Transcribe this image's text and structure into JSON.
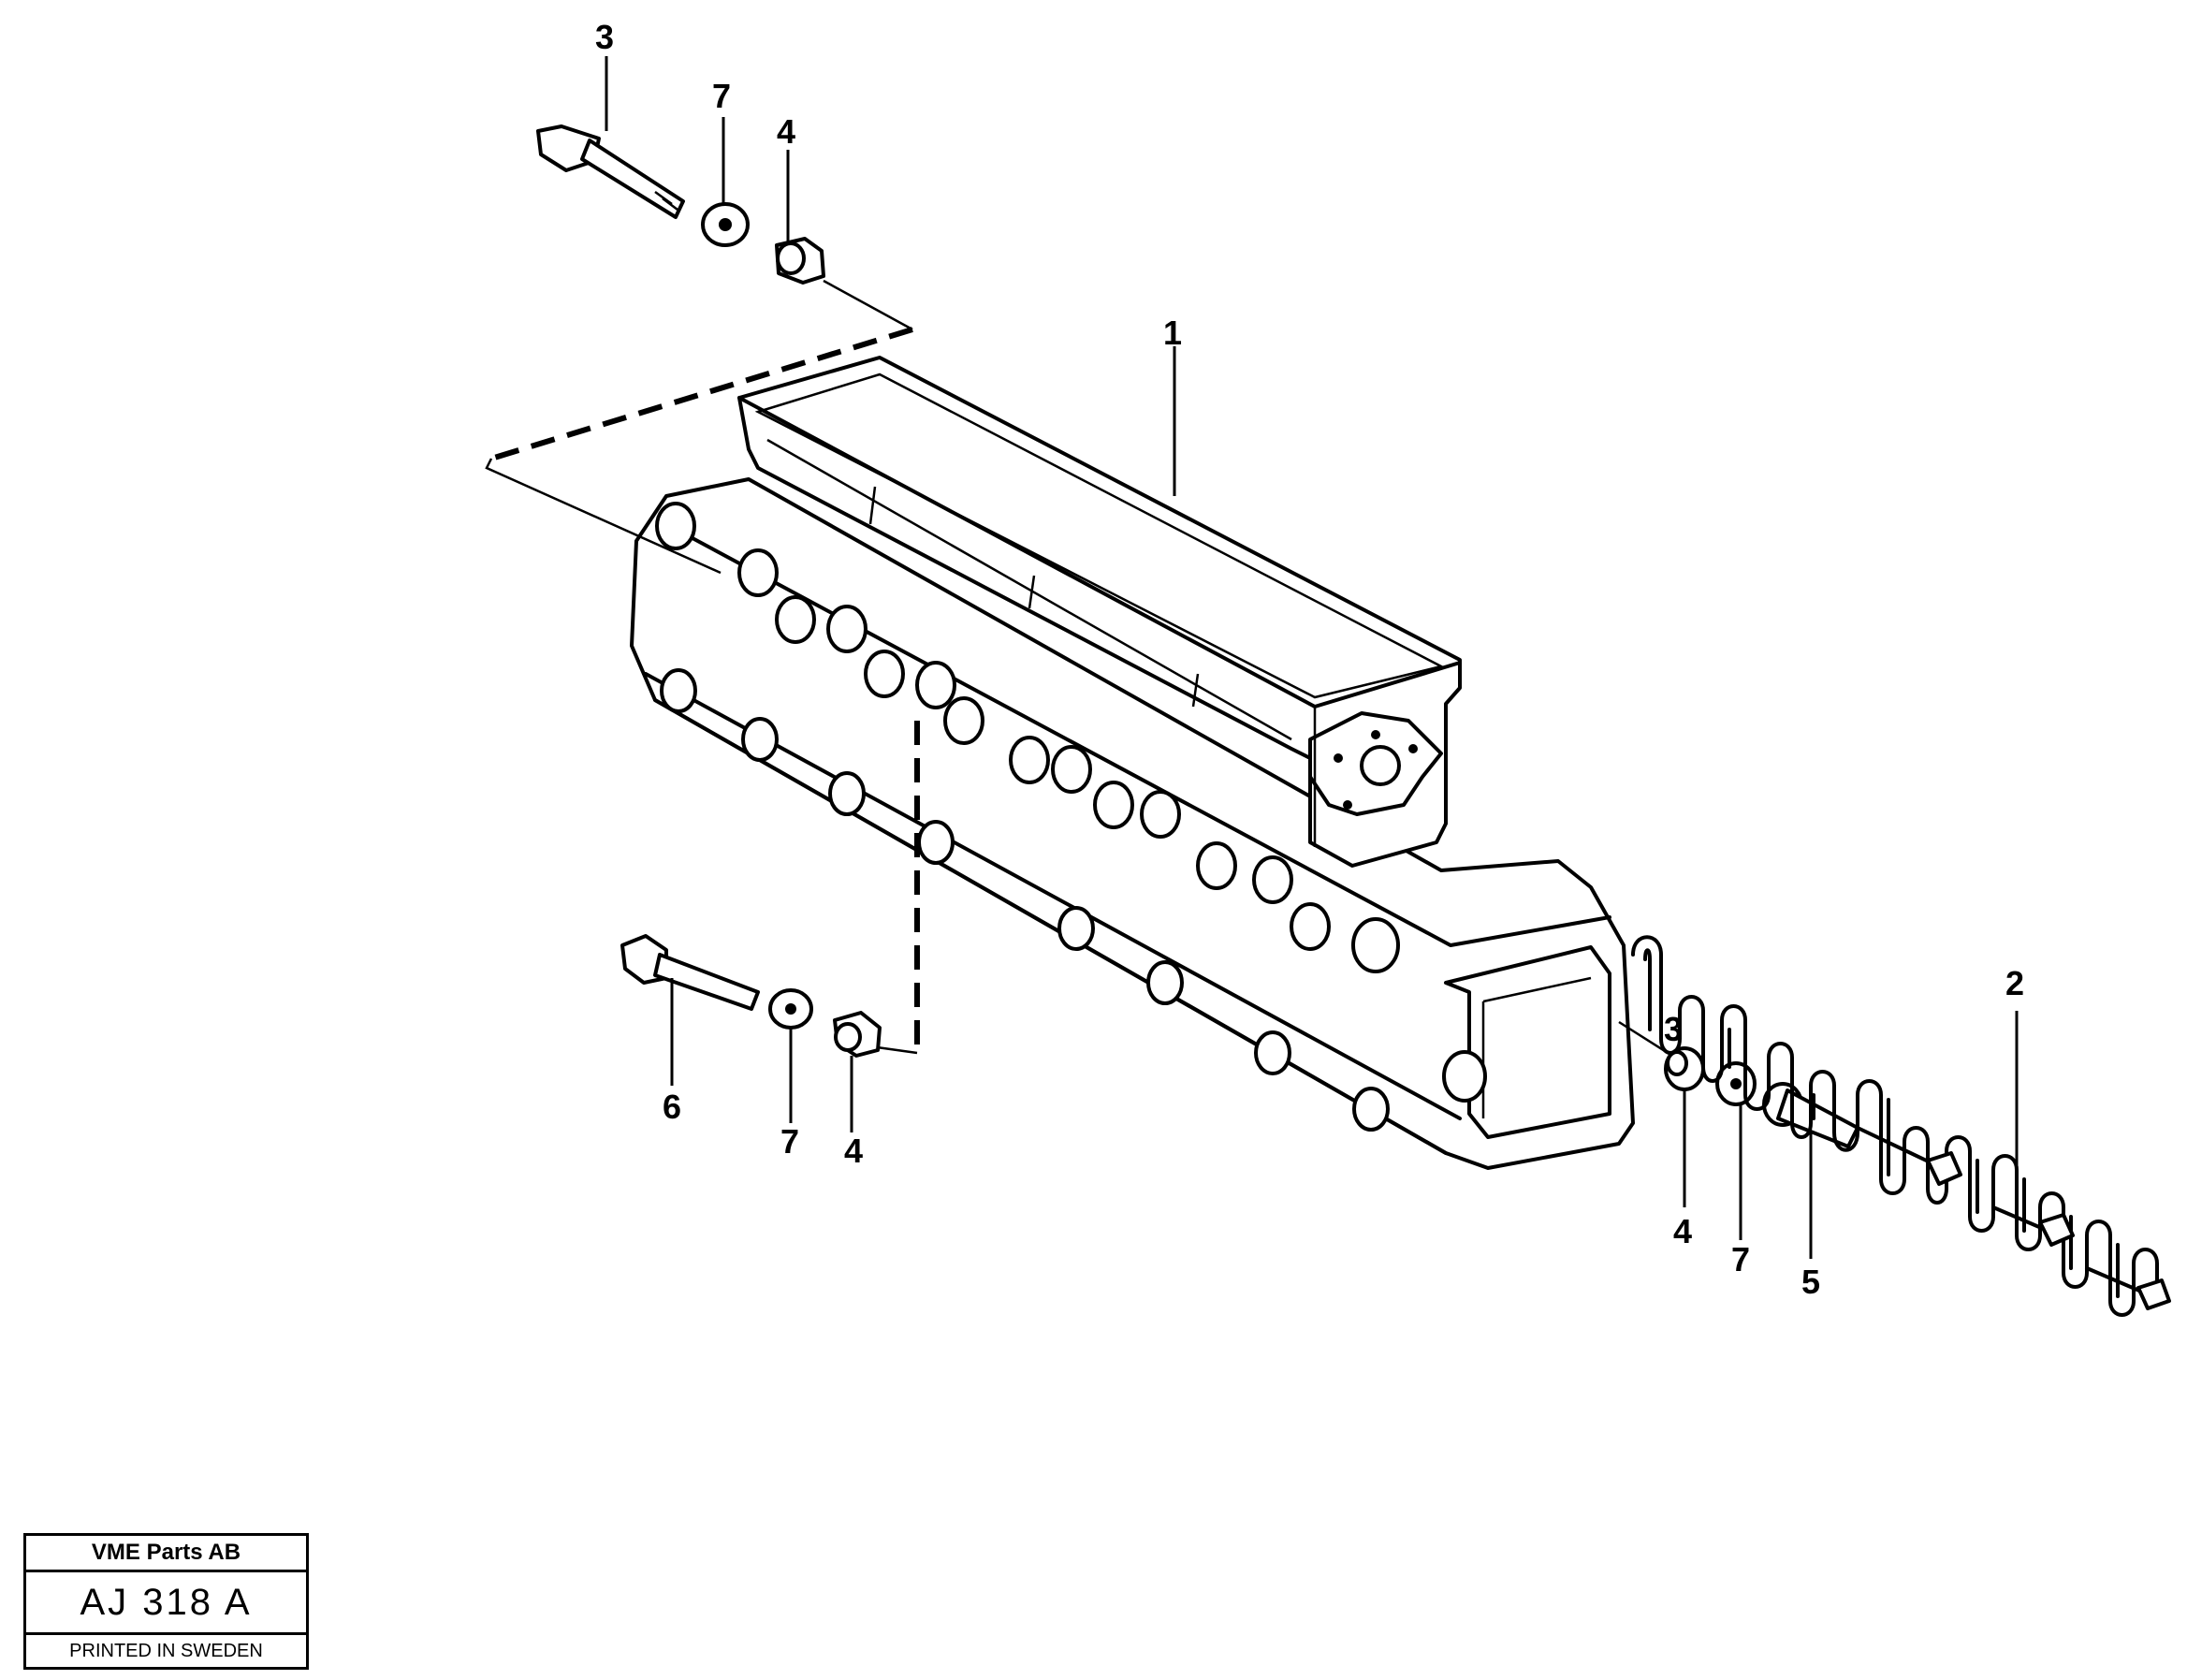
{
  "callouts": [
    {
      "id": "part-1",
      "label": "1"
    },
    {
      "id": "part-2",
      "label": "2"
    },
    {
      "id": "part-3-top",
      "label": "3"
    },
    {
      "id": "part-3-right",
      "label": "3"
    },
    {
      "id": "part-4-top",
      "label": "4"
    },
    {
      "id": "part-4-left",
      "label": "4"
    },
    {
      "id": "part-4-right",
      "label": "4"
    },
    {
      "id": "part-5",
      "label": "5"
    },
    {
      "id": "part-6",
      "label": "6"
    },
    {
      "id": "part-7-top",
      "label": "7"
    },
    {
      "id": "part-7-left",
      "label": "7"
    },
    {
      "id": "part-7-right",
      "label": "7"
    }
  ],
  "title_block": {
    "company": "VME Parts AB",
    "code": "AJ 318 A",
    "printed": "PRINTED IN SWEDEN"
  }
}
